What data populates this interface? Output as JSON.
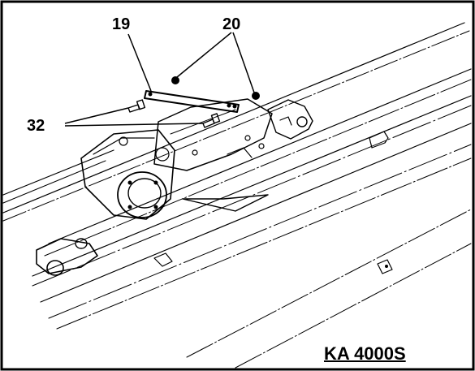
{
  "callouts": {
    "part_19": "19",
    "part_20": "20",
    "part_32": "32"
  },
  "model_label": "KA 4000S",
  "colors": {
    "ink": "#000000",
    "paper": "#ffffff"
  }
}
